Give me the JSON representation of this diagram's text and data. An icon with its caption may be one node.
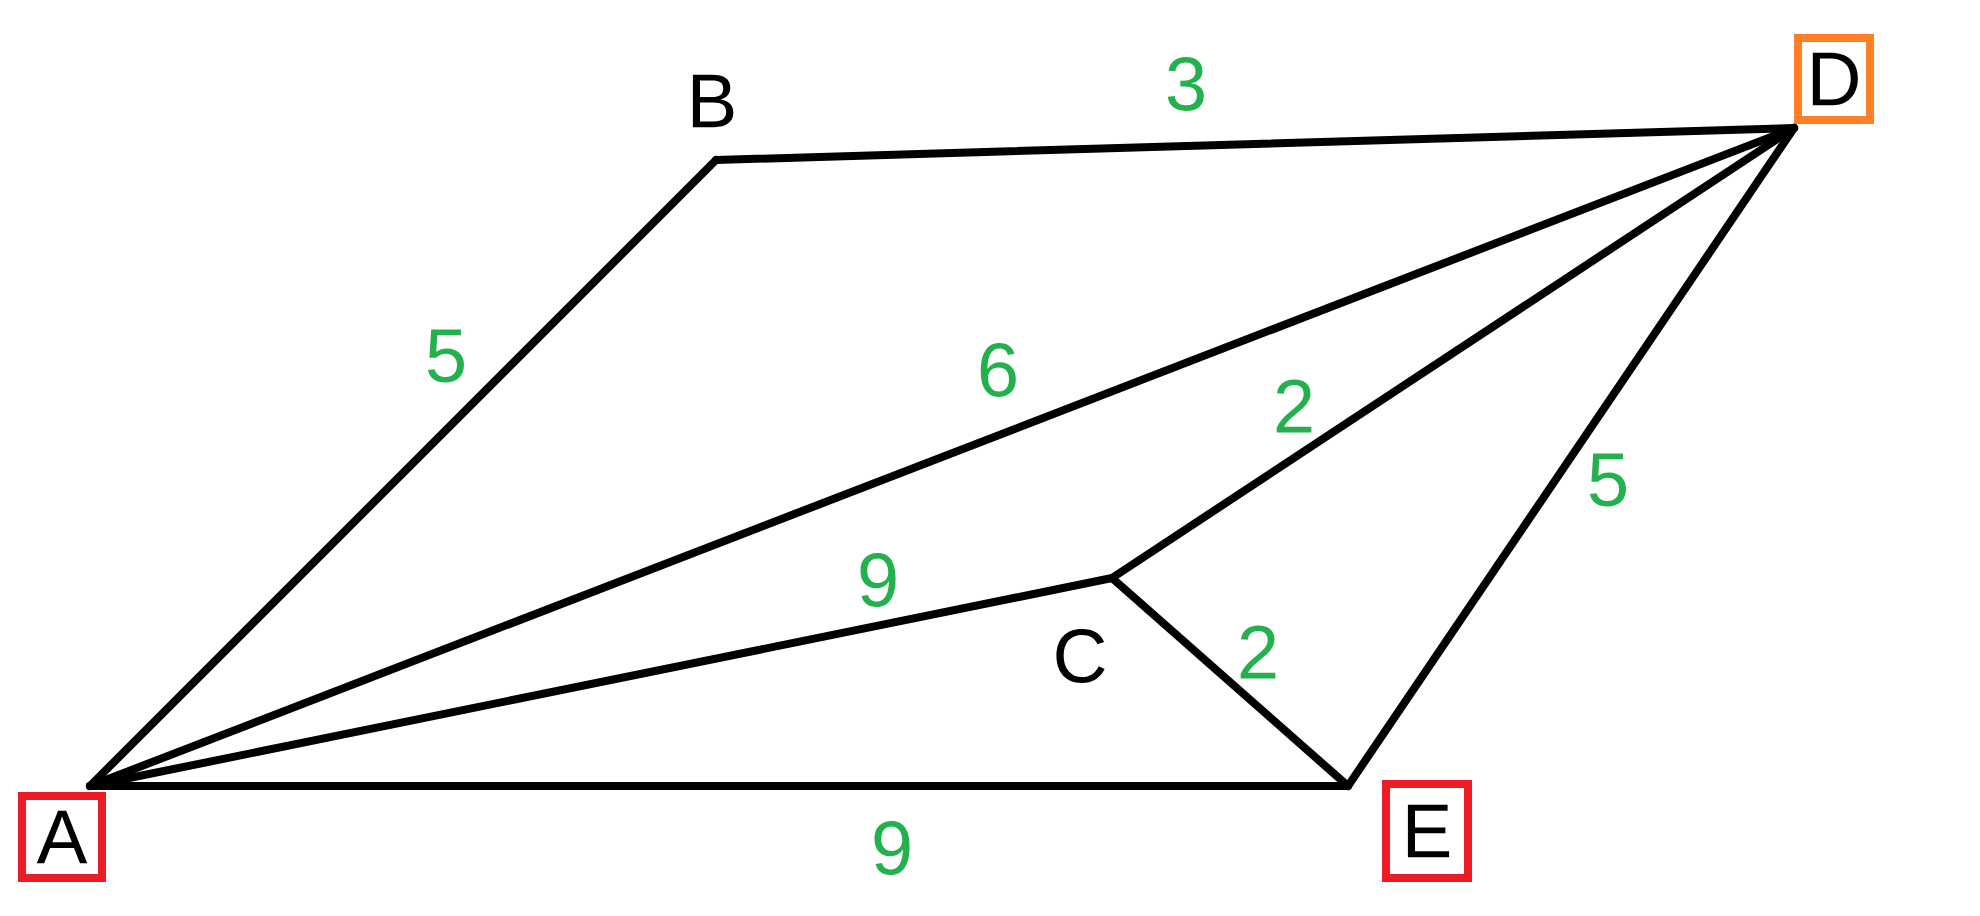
{
  "diagram": {
    "nodes": [
      {
        "text": [
          "A"
        ]
      },
      {
        "text": [
          "B"
        ]
      },
      {
        "text": [
          "C"
        ]
      },
      {
        "text": [
          "D"
        ]
      },
      {
        "text": [
          "E"
        ]
      }
    ],
    "edges": [
      {
        "from": 0,
        "to": 1,
        "arrow": "none",
        "label": "5"
      },
      {
        "from": 1,
        "to": 3,
        "arrow": "none",
        "label": "3"
      },
      {
        "from": 0,
        "to": 3,
        "arrow": "none",
        "label": "6"
      },
      {
        "from": 2,
        "to": 3,
        "arrow": "none",
        "label": "2"
      },
      {
        "from": 0,
        "to": 2,
        "arrow": "none",
        "label": "9"
      },
      {
        "from": 2,
        "to": 4,
        "arrow": "none",
        "label": "2"
      },
      {
        "from": 4,
        "to": 3,
        "arrow": "none",
        "label": "5"
      },
      {
        "from": 0,
        "to": 4,
        "arrow": "none",
        "label": "9"
      }
    ]
  }
}
